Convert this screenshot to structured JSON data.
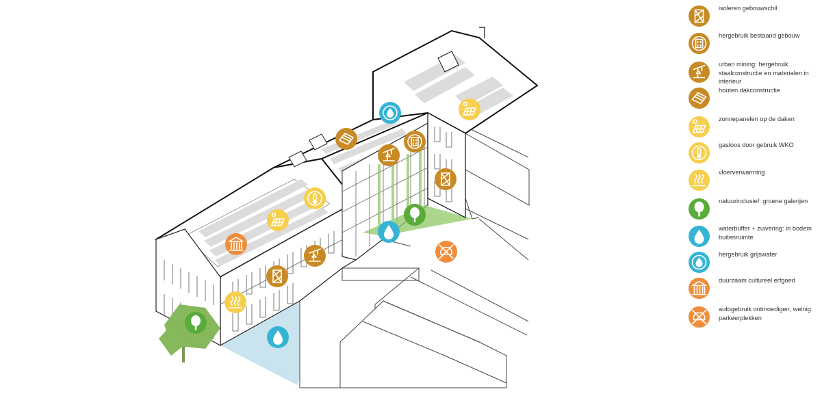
{
  "legend": {
    "items": [
      {
        "label": "isoleren gebouwschil",
        "color": "#c88a25",
        "icon": "insulation-panel-icon"
      },
      {
        "label": "hergebruik bestaand gebouw",
        "color": "#c88a25",
        "icon": "reuse-building-icon"
      },
      {
        "label": "urban mining: hergebruik staalconstructie en materialen in interieur",
        "color": "#c88a25",
        "icon": "crane-recycle-icon"
      },
      {
        "label": "houten dakconstructie",
        "color": "#c88a25",
        "icon": "timber-roof-icon"
      },
      {
        "label": "zonnepanelen op de daken",
        "color": "#f6cf4e",
        "icon": "solar-panel-icon"
      },
      {
        "label": "gasloos door gebruik WKO",
        "color": "#f6cf4e",
        "icon": "thermometer-icon"
      },
      {
        "label": "vloerverwarming",
        "color": "#f6cf4e",
        "icon": "floor-heating-icon"
      },
      {
        "label": "natuurinclusief: groene galerijen",
        "color": "#5aac3a",
        "icon": "tree-icon"
      },
      {
        "label": "waterbuffer + zuivering: in bodem buitenruimte",
        "color": "#35b4d4",
        "icon": "water-drop-icon"
      },
      {
        "label": "hergebruik grijswater",
        "color": "#35b4d4",
        "icon": "water-recycle-icon"
      },
      {
        "label": "duurzaam cultureel erfgoed",
        "color": "#ee8d3a",
        "icon": "heritage-building-icon"
      },
      {
        "label": "autogebruik ontmoedigen, weinig parkeerplekken",
        "color": "#ee8d3a",
        "icon": "no-car-icon"
      }
    ]
  },
  "colors": {
    "line": "#333333",
    "roof_stripe": "#dcdcdc",
    "water_area": "#c9e4ef",
    "greenery": "#8fc866",
    "tree": "#86b85c"
  },
  "markers": [
    {
      "icon": "insulation-panel-icon",
      "color": "#c88a25"
    },
    {
      "icon": "insulation-panel-icon",
      "color": "#c88a25"
    },
    {
      "icon": "reuse-building-icon",
      "color": "#c88a25"
    },
    {
      "icon": "crane-recycle-icon",
      "color": "#c88a25"
    },
    {
      "icon": "crane-recycle-icon",
      "color": "#c88a25"
    },
    {
      "icon": "timber-roof-icon",
      "color": "#c88a25"
    },
    {
      "icon": "solar-panel-icon",
      "color": "#f6cf4e"
    },
    {
      "icon": "solar-panel-icon",
      "color": "#f6cf4e"
    },
    {
      "icon": "thermometer-icon",
      "color": "#f6cf4e"
    },
    {
      "icon": "floor-heating-icon",
      "color": "#f6cf4e"
    },
    {
      "icon": "tree-icon",
      "color": "#5aac3a"
    },
    {
      "icon": "tree-icon",
      "color": "#5aac3a"
    },
    {
      "icon": "water-drop-icon",
      "color": "#35b4d4"
    },
    {
      "icon": "water-drop-icon",
      "color": "#35b4d4"
    },
    {
      "icon": "water-recycle-icon",
      "color": "#35b4d4"
    },
    {
      "icon": "heritage-building-icon",
      "color": "#ee8d3a"
    },
    {
      "icon": "no-car-icon",
      "color": "#ee8d3a"
    }
  ]
}
